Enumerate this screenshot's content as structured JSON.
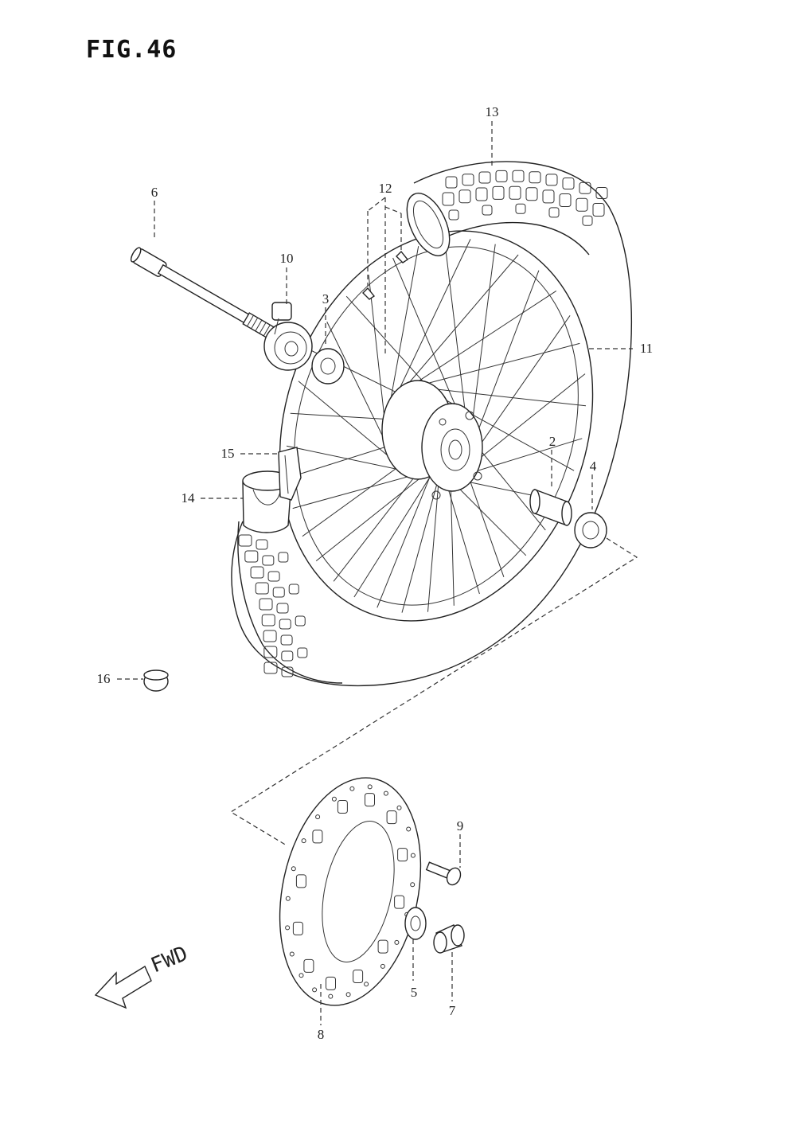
{
  "figure": {
    "title": "FIG.46"
  },
  "callouts": {
    "p1": "2",
    "p2": "3",
    "p3": "4",
    "p4": "5",
    "p5": "6",
    "p6": "7",
    "p7": "8",
    "p8": "9",
    "p9": "10",
    "p10": "11",
    "p11": "12",
    "p12": "13",
    "p13": "14",
    "p14": "15",
    "p15": "16"
  },
  "direction": {
    "label": "FWD"
  }
}
